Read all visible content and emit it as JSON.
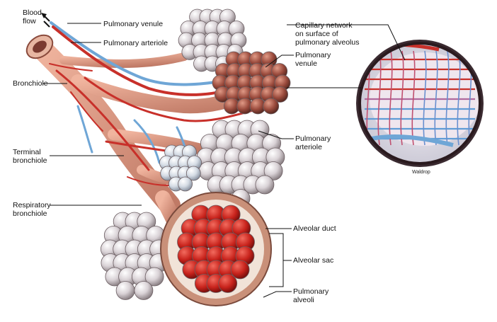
{
  "labels": {
    "blood_flow": "Blood\nflow",
    "pulmonary_venule_top": "Pulmonary venule",
    "pulmonary_arteriole_top": "Pulmonary arteriole",
    "bronchiole": "Bronchiole",
    "terminal_bronchiole": "Terminal\nbronchiole",
    "respiratory_bronchiole": "Respiratory\nbronchiole",
    "capillary_network": "Capillary network\non surface of\npulmonary alveolus",
    "pulmonary_venule_right": "Pulmonary\nvenule",
    "pulmonary_arteriole_right": "Pulmonary\narteriole",
    "alveolar_duct": "Alveolar duct",
    "alveolar_sac": "Alveolar sac",
    "pulmonary_alveoli": "Pulmonary\nalveoli",
    "credit": "Waldrop"
  },
  "colors": {
    "artery_red": "#c8302a",
    "vein_blue": "#6fa6d6",
    "tissue_pink": "#d89a86",
    "alveolus_grey": "#c9c2c6",
    "leader_line": "#111111"
  }
}
